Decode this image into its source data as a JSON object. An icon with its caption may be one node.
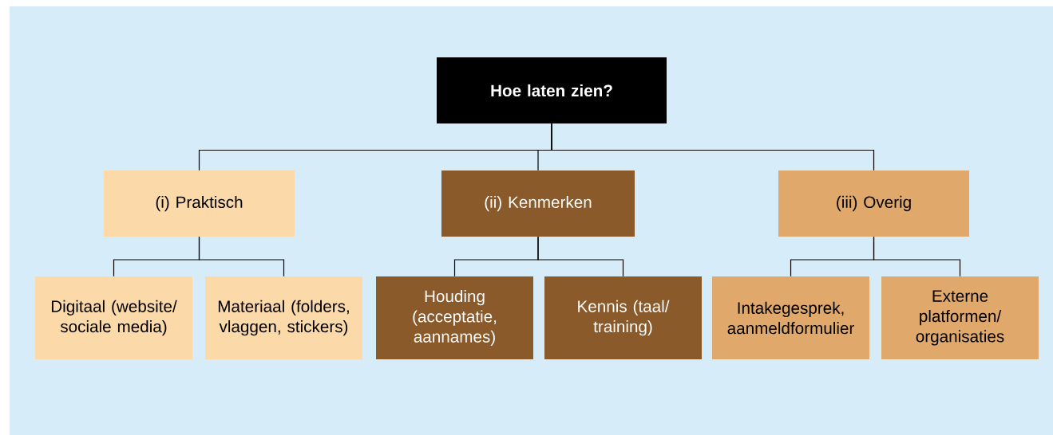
{
  "diagram": {
    "nodes": [
      {
        "text": [
          "Hoe laten zien?"
        ]
      },
      {
        "text": [
          "(i) Praktisch"
        ]
      },
      {
        "text": [
          "(ii) Kenmerken"
        ]
      },
      {
        "text": [
          "(iii) Overig"
        ]
      },
      {
        "text": [
          "Digitaal (website/ sociale media)"
        ]
      },
      {
        "text": [
          "Materiaal (folders, vlaggen, stickers)"
        ]
      },
      {
        "text": [
          "Houding (acceptatie, aannames)"
        ]
      },
      {
        "text": [
          "Kennis (taal/ training)"
        ]
      },
      {
        "text": [
          "Intakegesprek, aanmeldformulier"
        ]
      },
      {
        "text": [
          "Externe platformen/ organisaties"
        ]
      }
    ],
    "edges": [
      {
        "from": 0,
        "to": 1,
        "arrow": "none"
      },
      {
        "from": 0,
        "to": 2,
        "arrow": "none"
      },
      {
        "from": 0,
        "to": 3,
        "arrow": "none"
      },
      {
        "from": 1,
        "to": 4,
        "arrow": "none"
      },
      {
        "from": 1,
        "to": 5,
        "arrow": "none"
      },
      {
        "from": 2,
        "to": 6,
        "arrow": "none"
      },
      {
        "from": 2,
        "to": 7,
        "arrow": "none"
      },
      {
        "from": 3,
        "to": 8,
        "arrow": "none"
      },
      {
        "from": 3,
        "to": 9,
        "arrow": "none"
      }
    ]
  }
}
